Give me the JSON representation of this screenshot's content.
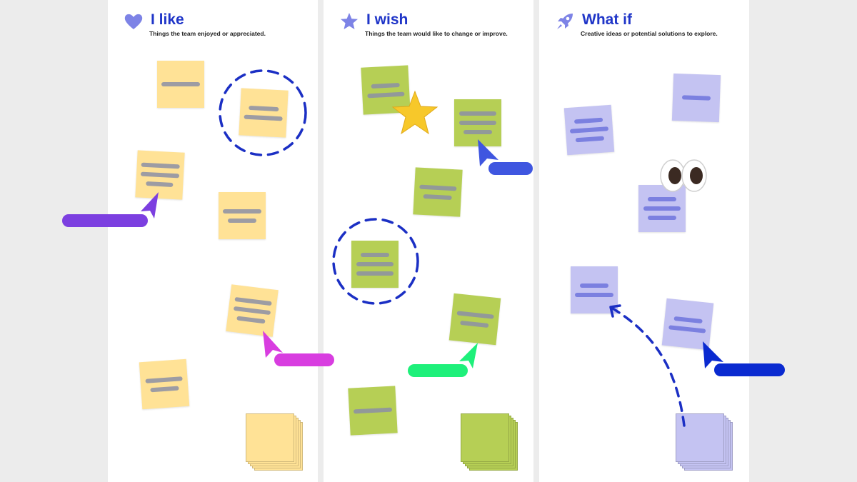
{
  "columns": [
    {
      "title": "I like",
      "subtitle": "Things the team enjoyed or appreciated.",
      "icon": "heart-icon",
      "note_color": "#ffe296"
    },
    {
      "title": "I wish",
      "subtitle": "Things the team would like to change or improve.",
      "icon": "star-icon",
      "note_color": "#b6cf55"
    },
    {
      "title": "What if",
      "subtitle": "Creative ideas or potential solutions to explore.",
      "icon": "rocket-icon",
      "note_color": "#c4c3f2"
    }
  ],
  "colors": {
    "title": "#1f35c8",
    "cursor_purple": "#7c3fe0",
    "cursor_magenta": "#d83de0",
    "cursor_blue": "#3f56e0",
    "cursor_green": "#1ef07a",
    "cursor_navy": "#0a2ad0",
    "star": "#f7c82a"
  },
  "decorations": [
    "star-sticker",
    "eyes-emoji",
    "dashed-circle",
    "dashed-arrow"
  ]
}
